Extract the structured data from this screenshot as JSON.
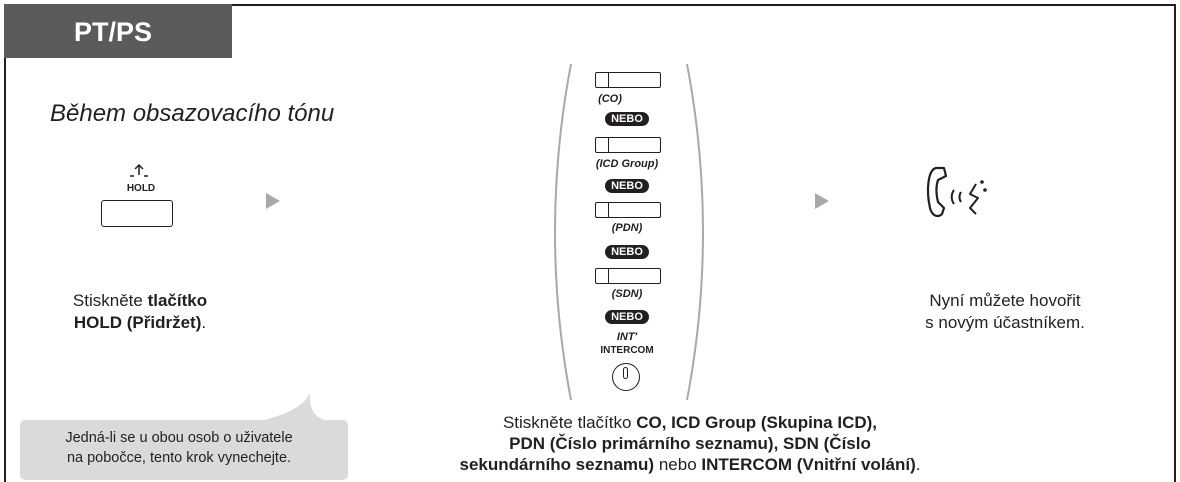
{
  "header": {
    "tab_label": "PT/PS"
  },
  "condition": "Během obsazovacího tónu",
  "step1": {
    "key_label": "HOLD",
    "text_line1_plain": "Stiskněte ",
    "text_line1_bold": "tlačítko",
    "text_line2_bold": "HOLD (Přidržet)",
    "text_line2_plain": "."
  },
  "step2": {
    "options": [
      {
        "label": "(CO)"
      },
      {
        "label": "(ICD Group)"
      },
      {
        "label": "(PDN)"
      },
      {
        "label": "(SDN)"
      }
    ],
    "separator": "NEBO",
    "intercom_symbol": "INT'",
    "intercom_label": "INTERCOM",
    "line1_plain": "Stiskněte tlačítko ",
    "line1_bold": "CO, ICD Group (Skupina ICD),",
    "line2_bold": "PDN (Číslo primárního seznamu), SDN (Číslo",
    "line3_bold_a": "sekundárního seznamu)",
    "line3_plain": " nebo ",
    "line3_bold_b": "INTERCOM (Vnitřní volání)",
    "line3_end": "."
  },
  "step3": {
    "line1": "Nyní můžete hovořit",
    "line2": "s novým účastníkem."
  },
  "note": {
    "line1": "Jedná-li se u obou osob o uživatele",
    "line2": "na pobočce, tento krok vynechejte."
  },
  "icons": {
    "arrow": "triangle-right-icon",
    "handset": "handset-talking-icon",
    "hold": "hold-icon"
  },
  "colors": {
    "tab_bg": "#5b5b5b",
    "bubble_bg": "#d9dadb",
    "arrow": "#a7a9ac"
  }
}
